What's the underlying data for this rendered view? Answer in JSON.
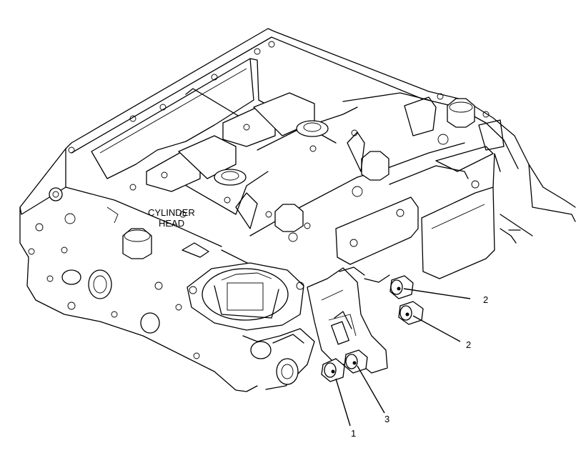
{
  "labels": {
    "cylinder_head_line1": "CYLINDER",
    "cylinder_head_line2": "HEAD"
  },
  "callouts": [
    {
      "id": "1",
      "text": "1"
    },
    {
      "id": "2a",
      "text": "2"
    },
    {
      "id": "2b",
      "text": "2"
    },
    {
      "id": "3",
      "text": "3"
    }
  ]
}
